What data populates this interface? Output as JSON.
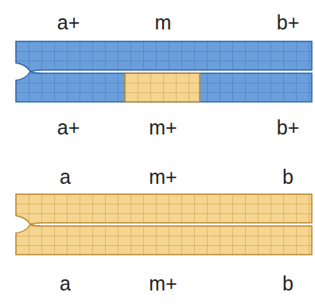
{
  "diagram": {
    "labels": [
      "a+",
      "m",
      "b+",
      "a+",
      "m+",
      "b+",
      "a",
      "m+",
      "b",
      "a",
      "m+",
      "b"
    ]
  }
}
